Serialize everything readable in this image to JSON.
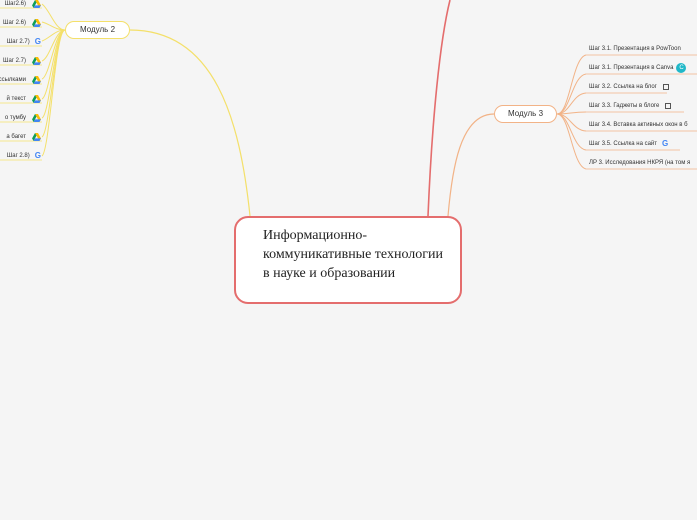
{
  "central_topic": "Информационно-коммуникативные технологии в науке и образовании",
  "colors": {
    "central_border": "#e46d6d",
    "module2_branch": "#f4e06a",
    "module3_branch": "#f2b387",
    "background": "#f5f5f5"
  },
  "module2": {
    "label": "Модуль 2",
    "items": [
      {
        "text": "Шаг2.6)",
        "icon": "google-drive-icon"
      },
      {
        "text": "Шаг 2.6)",
        "icon": "google-drive-icon"
      },
      {
        "text": "Шаг 2.7)",
        "icon": "google-icon"
      },
      {
        "text": "Шаг 2.7)",
        "icon": "google-drive-icon"
      },
      {
        "text": "ссылками",
        "icon": "google-drive-icon"
      },
      {
        "text": "й текст",
        "icon": "google-drive-icon"
      },
      {
        "text": "о тумбу",
        "icon": "google-drive-icon"
      },
      {
        "text": "а багет",
        "icon": "google-drive-icon"
      },
      {
        "text": "Шаг 2.8)",
        "icon": "google-icon"
      }
    ]
  },
  "module3": {
    "label": "Модуль 3",
    "items": [
      {
        "text": "Шаг 3.1. Презентация в PowToon",
        "icon": ""
      },
      {
        "text": "Шаг 3.1. Презентация в Canva",
        "icon": "canva-icon"
      },
      {
        "text": "Шаг 3.2. Ссылка на блог",
        "icon": "external-link-icon"
      },
      {
        "text": "Шаг 3.3. Гаджеты в блоге",
        "icon": "external-link-icon"
      },
      {
        "text": "Шаг 3.4. Вставка активных окон в б",
        "icon": ""
      },
      {
        "text": "Шаг 3.5. Ссылка на сайт",
        "icon": "google-icon"
      },
      {
        "text": "ЛР 3. Исследования НКРЯ (на том я",
        "icon": ""
      }
    ]
  }
}
